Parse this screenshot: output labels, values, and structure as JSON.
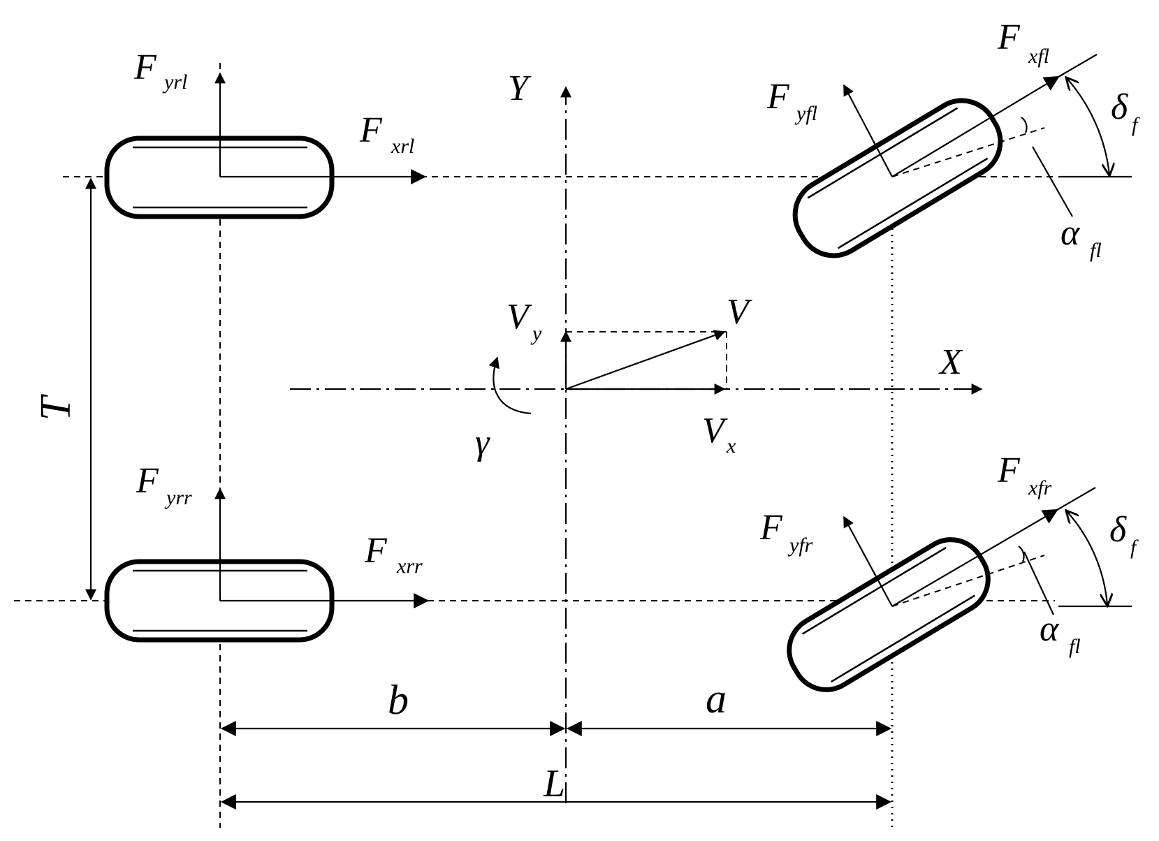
{
  "labels": {
    "F": "F",
    "Fyrl_sub": "yrl",
    "Fxrl_sub": "xrl",
    "Fyrr_sub": "yrr",
    "Fxrr_sub": "xrr",
    "Fyfl_sub": "yfl",
    "Fxfl_sub": "xfl",
    "Fyfr_sub": "yfr",
    "Fxfr_sub": "xfr",
    "delta": "δ",
    "delta_sub": "f",
    "alpha": "α",
    "alpha_fl_sub": "fl",
    "alpha_fr_sub": "fl",
    "Y": "Y",
    "X": "X",
    "V": "V",
    "Vx_sub": "x",
    "Vy_sub": "y",
    "gamma": "γ",
    "T": "T",
    "a": "a",
    "b": "b",
    "L": "L"
  },
  "colors": {
    "stroke": "#000000",
    "background": "#ffffff"
  }
}
